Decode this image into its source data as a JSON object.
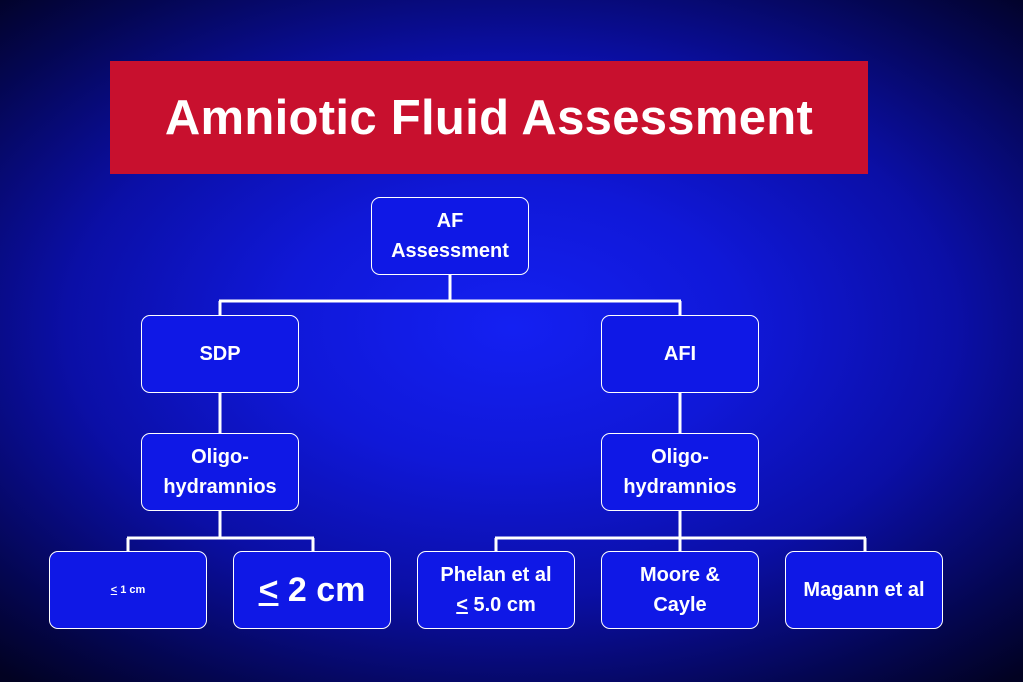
{
  "title": "Amniotic Fluid Assessment",
  "nodes": {
    "root": {
      "line1": "AF",
      "line2": "Assessment"
    },
    "sdp": {
      "label": "SDP"
    },
    "afi": {
      "label": "AFI"
    },
    "sdp_oligo": {
      "line1": "Oligo-",
      "line2": "hydramnios"
    },
    "afi_oligo": {
      "line1": "Oligo-",
      "line2": "hydramnios"
    },
    "sdp_1cm": {
      "symbol": "<",
      "text": " 1 cm"
    },
    "sdp_2cm": {
      "symbol": "<",
      "text": " 2 cm"
    },
    "phelan": {
      "line1": "Phelan et al",
      "symbol": "<",
      "text": " 5.0 cm"
    },
    "moore": {
      "line1": "Moore &",
      "line2": "Cayle"
    },
    "magann": {
      "label": "Magann et al"
    }
  },
  "colors": {
    "title_bg": "#c8102e",
    "node_bg": "#0f18e6",
    "line": "#ffffff",
    "background": "#1018d8"
  }
}
